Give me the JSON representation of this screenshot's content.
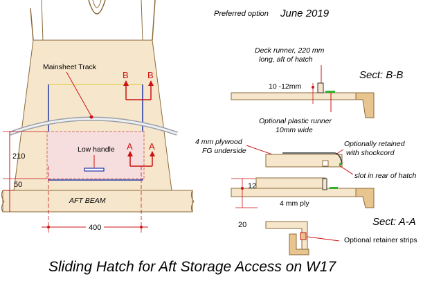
{
  "header": {
    "preferred": "Preferred option",
    "date": "June 2019"
  },
  "plan_view": {
    "mainsheet_track": "Mainsheet Track",
    "section_b_marker_left": "B",
    "section_b_marker_right": "B",
    "section_a_marker_left": "A",
    "section_a_marker_right": "A",
    "low_handle": "Low handle",
    "aft_beam": "AFT  BEAM",
    "dim_210": "210",
    "dim_50": "50",
    "dim_400": "400"
  },
  "section_bb": {
    "title": "Sect: B-B",
    "deck_runner": "Deck runner, 220 mm",
    "deck_runner_2": "long, aft of hatch",
    "dim_10_12": "10 -12mm",
    "plastic_runner": "Optional plastic runner",
    "plastic_runner_2": "10mm wide"
  },
  "section_aa": {
    "title": "Sect: A-A",
    "plywood": "4 mm plywood",
    "plywood_2": "FG underside",
    "retained": "Optionally retained",
    "retained_2": "with shockcord",
    "slot": "slot in rear of hatch",
    "dim_12": "12",
    "ply_label": "4 mm ply",
    "dim_20": "20",
    "retainer": "Optional retainer strips"
  },
  "caption": "Sliding Hatch for Aft Storage Access on W17",
  "colors": {
    "wood": "#f6e6cc",
    "wood_dark": "#e8c48e",
    "blue": "#1f33a8",
    "red": "#cc1111",
    "green": "#2fb02f"
  }
}
